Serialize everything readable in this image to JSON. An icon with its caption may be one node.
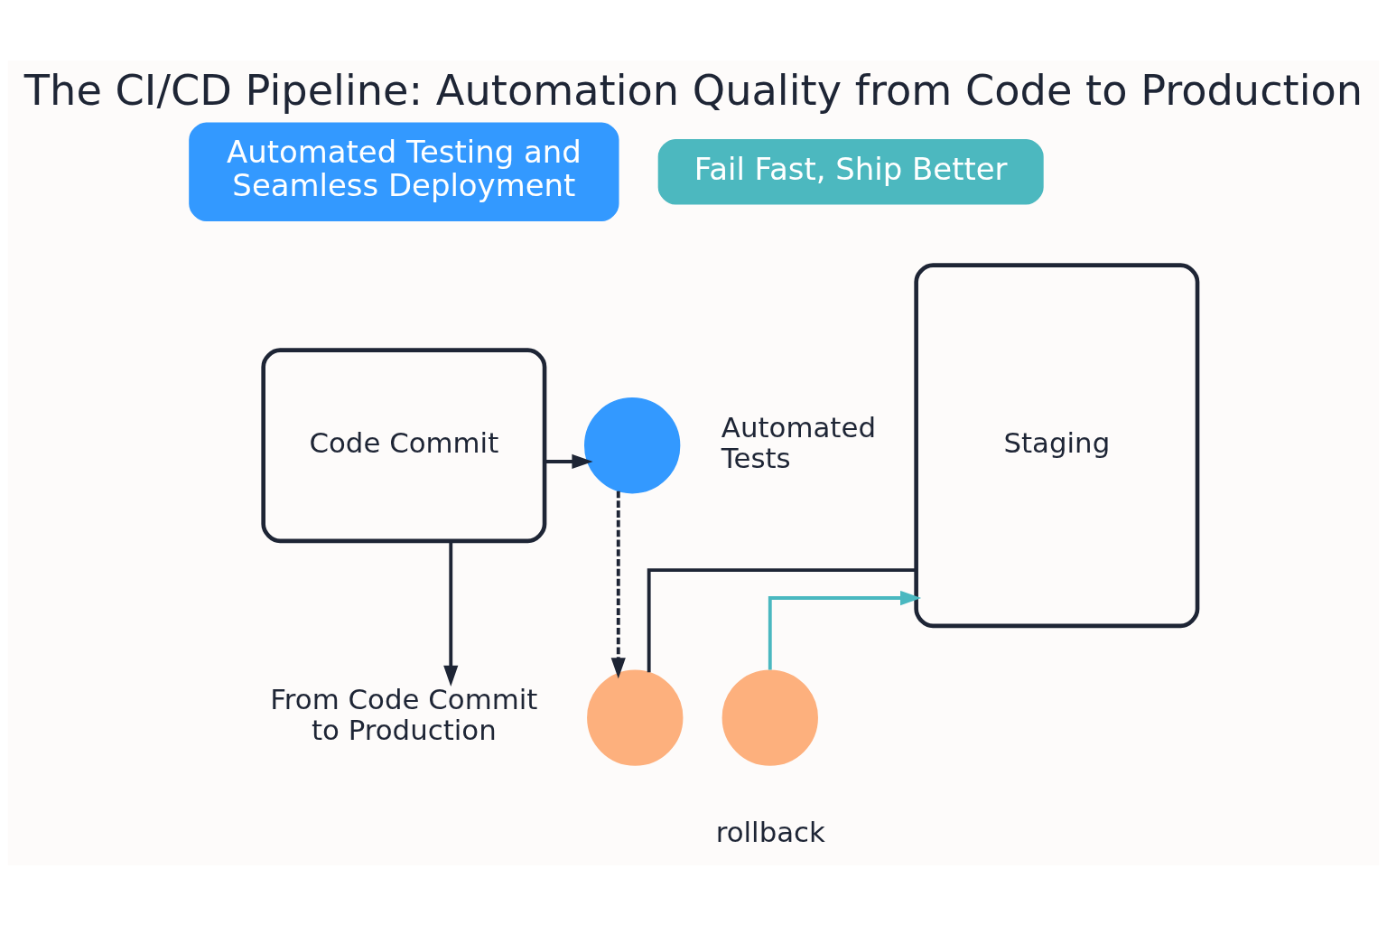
{
  "diagram": {
    "title": "The CI/CD Pipeline: Automation Quality from Code to Production",
    "nodes": [
      {
        "text": [
          "Automated Testing and Seamless Deployment"
        ]
      },
      {
        "text": [
          "Fail Fast, Ship Better"
        ]
      },
      {
        "text": [
          "Code Commit"
        ]
      },
      {
        "text": [],
        "shape": "circle",
        "beside": [
          "Automated Tests"
        ]
      },
      {
        "text": [
          "From Code Commit to Production"
        ]
      },
      {
        "text": [],
        "shape": "circle"
      },
      {
        "text": [],
        "shape": "circle",
        "beside": [
          "rollback"
        ]
      },
      {
        "text": [
          "Staging"
        ]
      }
    ],
    "edges": [
      {
        "from": 2,
        "to": 3,
        "arrow": "to"
      },
      {
        "from": 2,
        "to": 4,
        "arrow": "to"
      },
      {
        "from": 3,
        "to": 5,
        "arrow": "to",
        "style": "dashed"
      },
      {
        "from": 6,
        "to": 7,
        "arrow": "to",
        "color": "#4ab8c0"
      },
      {
        "from": 5,
        "to": 7,
        "arrow": "none"
      }
    ]
  }
}
